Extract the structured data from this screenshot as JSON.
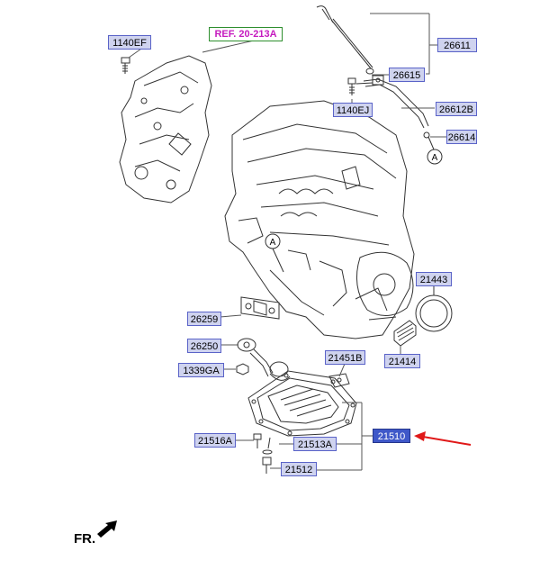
{
  "reference_label": "REF. 20-213A",
  "part_labels": {
    "p1140EF": "1140EF",
    "p26611": "26611",
    "p26615": "26615",
    "p1140EJ": "1140EJ",
    "p26612B": "26612B",
    "p26614": "26614",
    "p21443": "21443",
    "p26259": "26259",
    "p26250": "26250",
    "p1339GA": "1339GA",
    "p21451B": "21451B",
    "p21414": "21414",
    "p21516A": "21516A",
    "p21510": "21510",
    "p21513A": "21513A",
    "p21512": "21512"
  },
  "connector_marks": {
    "top": "A",
    "engine": "A"
  },
  "direction_label": "FR.",
  "colors": {
    "label_fill": "#cfd3ef",
    "label_border": "#5a63c8",
    "highlight_fill": "#3f58c9",
    "ref_text": "#c51bbf",
    "ref_border": "#2e8f2e",
    "pointer_arrow": "#e01818"
  }
}
